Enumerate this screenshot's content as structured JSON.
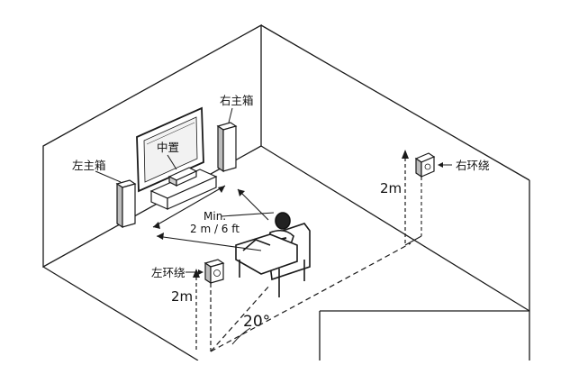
{
  "labels": {
    "right_main": "右主箱",
    "center": "中置",
    "left_main": "左主箱",
    "right_surround": "右环绕",
    "left_surround": "左环绕",
    "min_line1": "Min.",
    "min_line2": "2 m / 6 ft",
    "height_right": "2m",
    "height_left": "2m",
    "angle": "20°"
  },
  "icons": {
    "arrow": "arrow-left-icon",
    "speaker": "speaker-icon",
    "tv": "tv-icon",
    "listener": "person-on-sofa-icon"
  },
  "colors": {
    "line": "#1a1a1a",
    "background": "#ffffff"
  }
}
